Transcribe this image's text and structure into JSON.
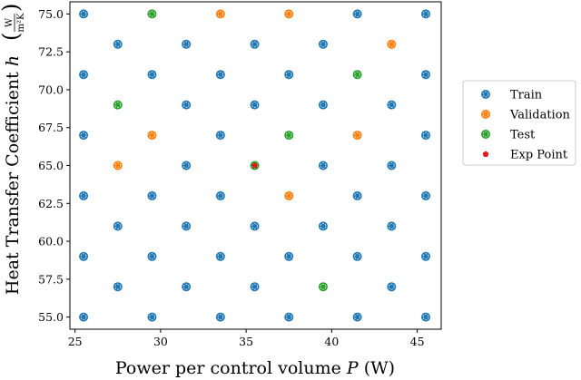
{
  "chart_data": {
    "type": "scatter",
    "title": "",
    "xlabel": "Power per control volume P (W)",
    "ylabel": "Heat Transfer Coefficient h (W / m²K)",
    "xlim": [
      24.7,
      46.4
    ],
    "ylim": [
      54.2,
      75.8
    ],
    "x_ticks": [
      25,
      30,
      35,
      40,
      45
    ],
    "y_ticks": [
      55.0,
      57.5,
      60.0,
      62.5,
      65.0,
      67.5,
      70.0,
      72.5,
      75.0
    ],
    "grid": false,
    "legend_position": "right, outside plot",
    "colors": {
      "Train": "#1f77b4",
      "Validation": "#ff7f0e",
      "Test": "#2ca02c",
      "Exp Point": "#e41a1c"
    },
    "series": [
      {
        "name": "Train",
        "points": [
          [
            25.5,
            75
          ],
          [
            41.5,
            75
          ],
          [
            45.5,
            75
          ],
          [
            27.5,
            73
          ],
          [
            31.5,
            73
          ],
          [
            35.5,
            73
          ],
          [
            39.5,
            73
          ],
          [
            25.5,
            71
          ],
          [
            29.5,
            71
          ],
          [
            33.5,
            71
          ],
          [
            37.5,
            71
          ],
          [
            45.5,
            71
          ],
          [
            31.5,
            69
          ],
          [
            35.5,
            69
          ],
          [
            39.5,
            69
          ],
          [
            43.5,
            69
          ],
          [
            25.5,
            67
          ],
          [
            33.5,
            67
          ],
          [
            45.5,
            67
          ],
          [
            31.5,
            65
          ],
          [
            39.5,
            65
          ],
          [
            43.5,
            65
          ],
          [
            25.5,
            63
          ],
          [
            29.5,
            63
          ],
          [
            33.5,
            63
          ],
          [
            41.5,
            63
          ],
          [
            45.5,
            63
          ],
          [
            27.5,
            61
          ],
          [
            31.5,
            61
          ],
          [
            35.5,
            61
          ],
          [
            39.5,
            61
          ],
          [
            43.5,
            61
          ],
          [
            25.5,
            59
          ],
          [
            29.5,
            59
          ],
          [
            33.5,
            59
          ],
          [
            37.5,
            59
          ],
          [
            41.5,
            59
          ],
          [
            45.5,
            59
          ],
          [
            27.5,
            57
          ],
          [
            31.5,
            57
          ],
          [
            35.5,
            57
          ],
          [
            43.5,
            57
          ],
          [
            25.5,
            55
          ],
          [
            29.5,
            55
          ],
          [
            33.5,
            55
          ],
          [
            37.5,
            55
          ],
          [
            41.5,
            55
          ],
          [
            45.5,
            55
          ]
        ]
      },
      {
        "name": "Validation",
        "points": [
          [
            33.5,
            75
          ],
          [
            37.5,
            75
          ],
          [
            43.5,
            73
          ],
          [
            29.5,
            67
          ],
          [
            41.5,
            67
          ],
          [
            27.5,
            65
          ],
          [
            37.5,
            63
          ]
        ]
      },
      {
        "name": "Test",
        "points": [
          [
            29.5,
            75
          ],
          [
            41.5,
            71
          ],
          [
            27.5,
            69
          ],
          [
            37.5,
            67
          ],
          [
            35.5,
            65
          ],
          [
            39.5,
            57
          ]
        ]
      },
      {
        "name": "Exp Point",
        "points": [
          [
            35.5,
            65
          ]
        ]
      }
    ]
  },
  "axes": {
    "x_label_main": "Power per control volume ",
    "x_label_var": "P",
    "x_label_unit": " (W)",
    "y_label_main": "Heat Transfer Coefficient ",
    "y_label_var": "h",
    "y_unit_num": "W",
    "y_unit_den": "m²K",
    "x_tick_labels": [
      "25",
      "30",
      "35",
      "40",
      "45"
    ],
    "y_tick_labels": [
      "55.0",
      "57.5",
      "60.0",
      "62.5",
      "65.0",
      "67.5",
      "70.0",
      "72.5",
      "75.0"
    ]
  },
  "legend": {
    "items": [
      {
        "label": "Train",
        "icon": "circle-marker-icon"
      },
      {
        "label": "Validation",
        "icon": "circle-marker-icon"
      },
      {
        "label": "Test",
        "icon": "circle-marker-icon"
      },
      {
        "label": "Exp Point",
        "icon": "pentagon-marker-icon"
      }
    ]
  }
}
